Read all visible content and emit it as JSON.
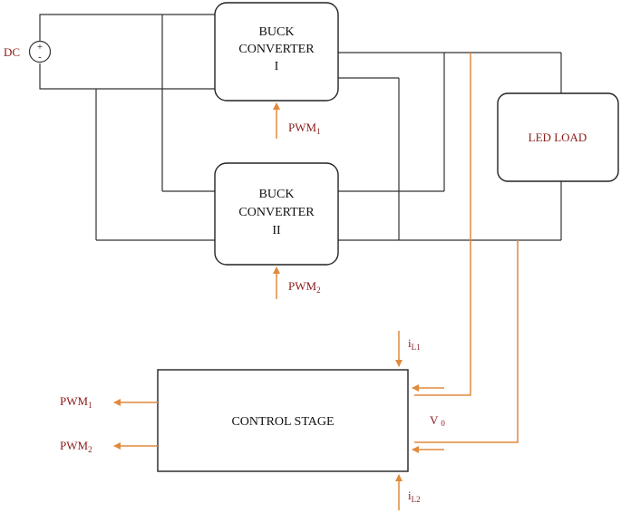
{
  "source": {
    "label": "DC",
    "plus": "+",
    "minus": "-"
  },
  "converter1": {
    "line1": "BUCK",
    "line2": "CONVERTER",
    "line3": "I"
  },
  "converter2": {
    "line1": "BUCK",
    "line2": "CONVERTER",
    "line3": "II"
  },
  "load": {
    "label": "LED LOAD"
  },
  "pwm1_in": {
    "main": "PWM",
    "sub": "1"
  },
  "pwm2_in": {
    "main": "PWM",
    "sub": "2"
  },
  "control": {
    "label": "CONTROL STAGE"
  },
  "pwm1_out": {
    "main": "PWM",
    "sub": "1"
  },
  "pwm2_out": {
    "main": "PWM",
    "sub": "2"
  },
  "il1": {
    "main": "i",
    "sub": "L1"
  },
  "il2": {
    "main": "i",
    "sub": "L2"
  },
  "v0": {
    "main": "V",
    "sub": "0"
  },
  "colors": {
    "signal": "#e08a3c",
    "label_red": "#8b1a1a",
    "wire": "#333333"
  }
}
